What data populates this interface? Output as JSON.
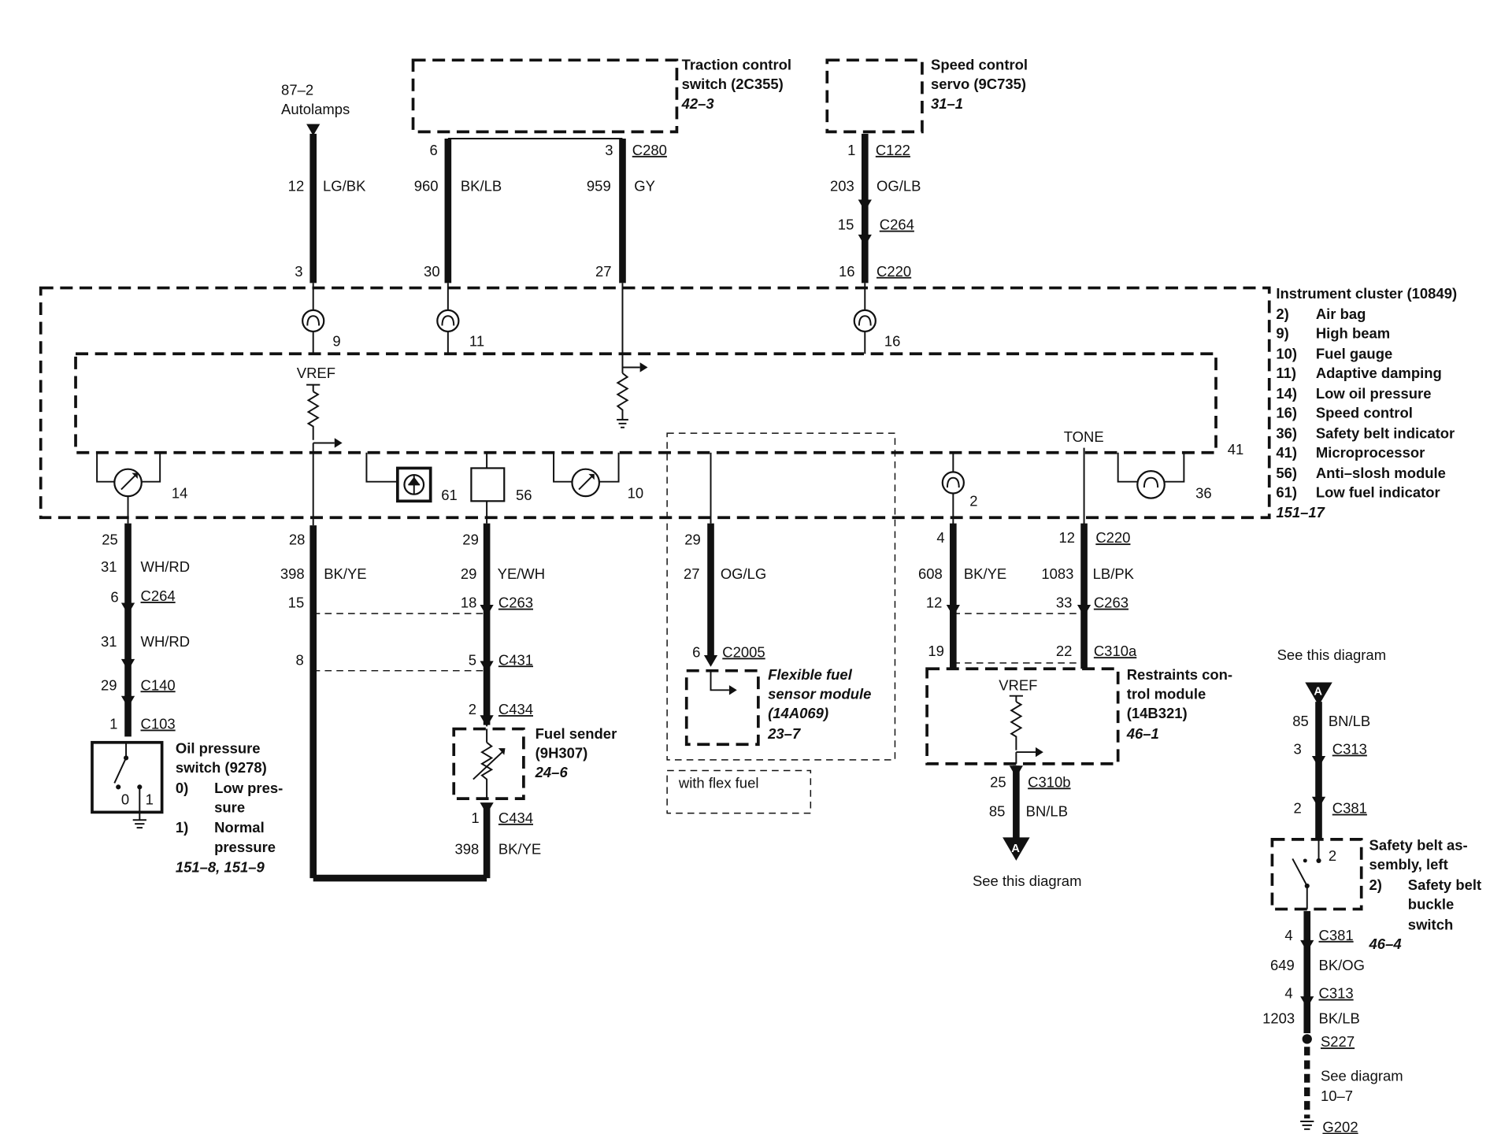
{
  "autolamps": {
    "ref": "87–2",
    "label": "Autolamps",
    "wire": {
      "circuit": "12",
      "color": "LG/BK"
    },
    "pin": "3"
  },
  "traction_control": {
    "name_line1": "Traction control",
    "name_line2": "switch (2C355)",
    "ref": "42–3",
    "wire_a": {
      "pin_top": "6",
      "circuit": "960",
      "color": "BK/LB",
      "pin_cluster": "30"
    },
    "wire_b": {
      "pin_top": "3",
      "connector": "C280",
      "circuit": "959",
      "color": "GY",
      "pin_cluster": "27"
    }
  },
  "speed_control_servo": {
    "name_line1": "Speed control",
    "name_line2": "servo (9C735)",
    "ref": "31–1",
    "pin_top": "1",
    "connector_top": "C122",
    "circuit": "203",
    "color": "OG/LB",
    "pin_mid": "15",
    "connector_mid": "C264",
    "pin_cluster": "16",
    "connector_cluster": "C220"
  },
  "cluster": {
    "title": "Instrument cluster (10849)",
    "ref": "151–17",
    "legend": [
      {
        "num": "2)",
        "text": "Air bag"
      },
      {
        "num": "9)",
        "text": "High beam"
      },
      {
        "num": "10)",
        "text": "Fuel gauge"
      },
      {
        "num": "11)",
        "text": "Adaptive damping"
      },
      {
        "num": "14)",
        "text": "Low oil pressure"
      },
      {
        "num": "16)",
        "text": "Speed control"
      },
      {
        "num": "36)",
        "text": "Safety belt indicator"
      },
      {
        "num": "41)",
        "text": "Microprocessor"
      },
      {
        "num": "56)",
        "text": "Anti–slosh module"
      },
      {
        "num": "61)",
        "text": "Low fuel indicator"
      }
    ],
    "vref": "VREF",
    "tone": "TONE",
    "microprocessor_id": "41",
    "lamp_9": "9",
    "lamp_11": "11",
    "lamp_16": "16",
    "gauge_14": "14",
    "ind_61": "61",
    "mod_56": "56",
    "gauge_10": "10",
    "lamp_2": "2",
    "lamp_36": "36"
  },
  "oil": {
    "pin_cluster": "25",
    "circuit": "31",
    "color": "WH/RD",
    "pin_c264": "6",
    "connector_c264": "C264",
    "circuit2": "31",
    "color2": "WH/RD",
    "pin_c140": "29",
    "connector_c140": "C140",
    "pin_c103": "1",
    "connector_c103": "C103",
    "switch_line1": "Oil pressure",
    "switch_line2": "switch (9278)",
    "state0_num": "0)",
    "state0_line1": "Low pres-",
    "state0_line2": "sure",
    "state1_num": "1)",
    "state1_line1": "Normal",
    "state1_line2": "pressure",
    "ref": "151–8, 151–9",
    "contact0": "0",
    "contact1": "1"
  },
  "fuel_ground": {
    "pin_cluster": "28",
    "circuit": "398",
    "color": "BK/YE",
    "pin_c263": "15",
    "pin_c431": "8"
  },
  "fuel_sender": {
    "pin_cluster": "29",
    "circuit": "29",
    "color": "YE/WH",
    "pin_c263": "18",
    "connector_c263": "C263",
    "pin_c431": "5",
    "connector_c431": "C431",
    "pin_c434_top": "2",
    "connector_c434_top": "C434",
    "name_line1": "Fuel sender",
    "name_line2": "(9H307)",
    "ref": "24–6",
    "pin_c434_bot": "1",
    "connector_c434_bot": "C434",
    "circuit_bot": "398",
    "color_bot": "BK/YE"
  },
  "flex_fuel": {
    "pin_cluster": "29",
    "circuit": "27",
    "color": "OG/LG",
    "pin_c2005": "6",
    "connector_c2005": "C2005",
    "name_line1": "Flexible fuel",
    "name_line2": "sensor module",
    "name_line3": "(14A069)",
    "ref": "23–7",
    "note": "with flex fuel"
  },
  "restraints": {
    "a_pin_cluster": "4",
    "a_circuit": "608",
    "a_color": "BK/YE",
    "a_pin_c263": "12",
    "a_pin_c310a": "19",
    "b_pin_cluster": "12",
    "b_connector_cluster": "C220",
    "b_circuit": "1083",
    "b_color": "LB/PK",
    "b_pin_c263": "33",
    "b_connector_c263": "C263",
    "b_pin_c310a": "22",
    "b_connector_c310a": "C310a",
    "name_line1": "Restraints con-",
    "name_line2": "trol module",
    "name_line3": "(14B321)",
    "ref": "46–1",
    "vref": "VREF",
    "out_pin": "25",
    "out_connector": "C310b",
    "out_circuit": "85",
    "out_color": "BN/LB",
    "arrow": "A",
    "see": "See this diagram"
  },
  "safety_belt": {
    "see": "See this diagram",
    "arrow": "A",
    "circuit_in": "85",
    "color_in": "BN/LB",
    "pin_c313_top": "3",
    "connector_c313_top": "C313",
    "pin_c381_top": "2",
    "connector_c381_top": "C381",
    "switch_pin": "2",
    "name_line1": "Safety belt as-",
    "name_line2": "sembly, left",
    "item_num": "2)",
    "item_line1": "Safety belt",
    "item_line2": "buckle",
    "item_line3": "switch",
    "ref": "46–4",
    "pin_c381_bot": "4",
    "connector_c381_bot": "C381",
    "circuit_mid": "649",
    "color_mid": "BK/OG",
    "pin_c313_bot": "4",
    "connector_c313_bot": "C313",
    "circuit_bot": "1203",
    "color_bot": "BK/LB",
    "splice": "S227",
    "see_line1": "See diagram",
    "see_line2": "10–7",
    "ground": "G202"
  }
}
